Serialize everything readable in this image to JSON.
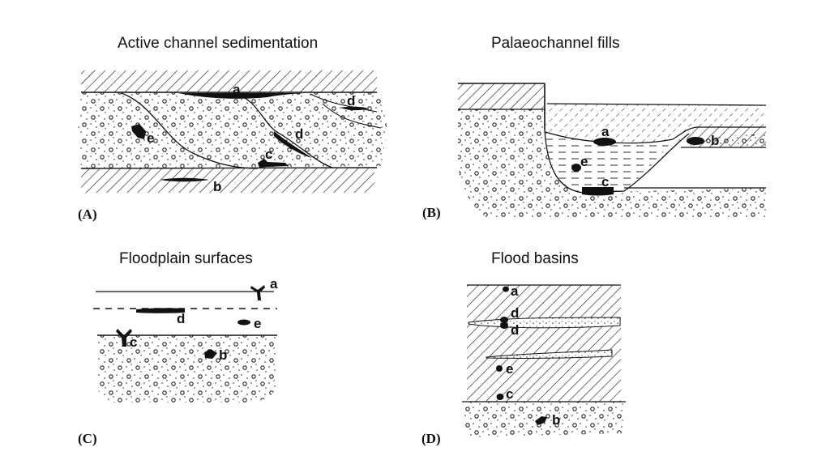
{
  "figure": {
    "panels": [
      {
        "id": "A",
        "title": "Active channel sedimentation",
        "label": "(A)",
        "markers": [
          "a",
          "b",
          "c",
          "d",
          "d",
          "e"
        ]
      },
      {
        "id": "B",
        "title": "Palaeochannel fills",
        "label": "(B)",
        "markers": [
          "a",
          "b",
          "c",
          "e"
        ]
      },
      {
        "id": "C",
        "title": "Floodplain surfaces",
        "label": "(C)",
        "markers": [
          "a",
          "b",
          "c",
          "d",
          "e"
        ]
      },
      {
        "id": "D",
        "title": "Flood basins",
        "label": "(D)",
        "markers": [
          "a",
          "d",
          "d",
          "e",
          "c",
          "b"
        ]
      }
    ],
    "colors": {
      "ink": "#111111",
      "background": "#ffffff"
    }
  }
}
